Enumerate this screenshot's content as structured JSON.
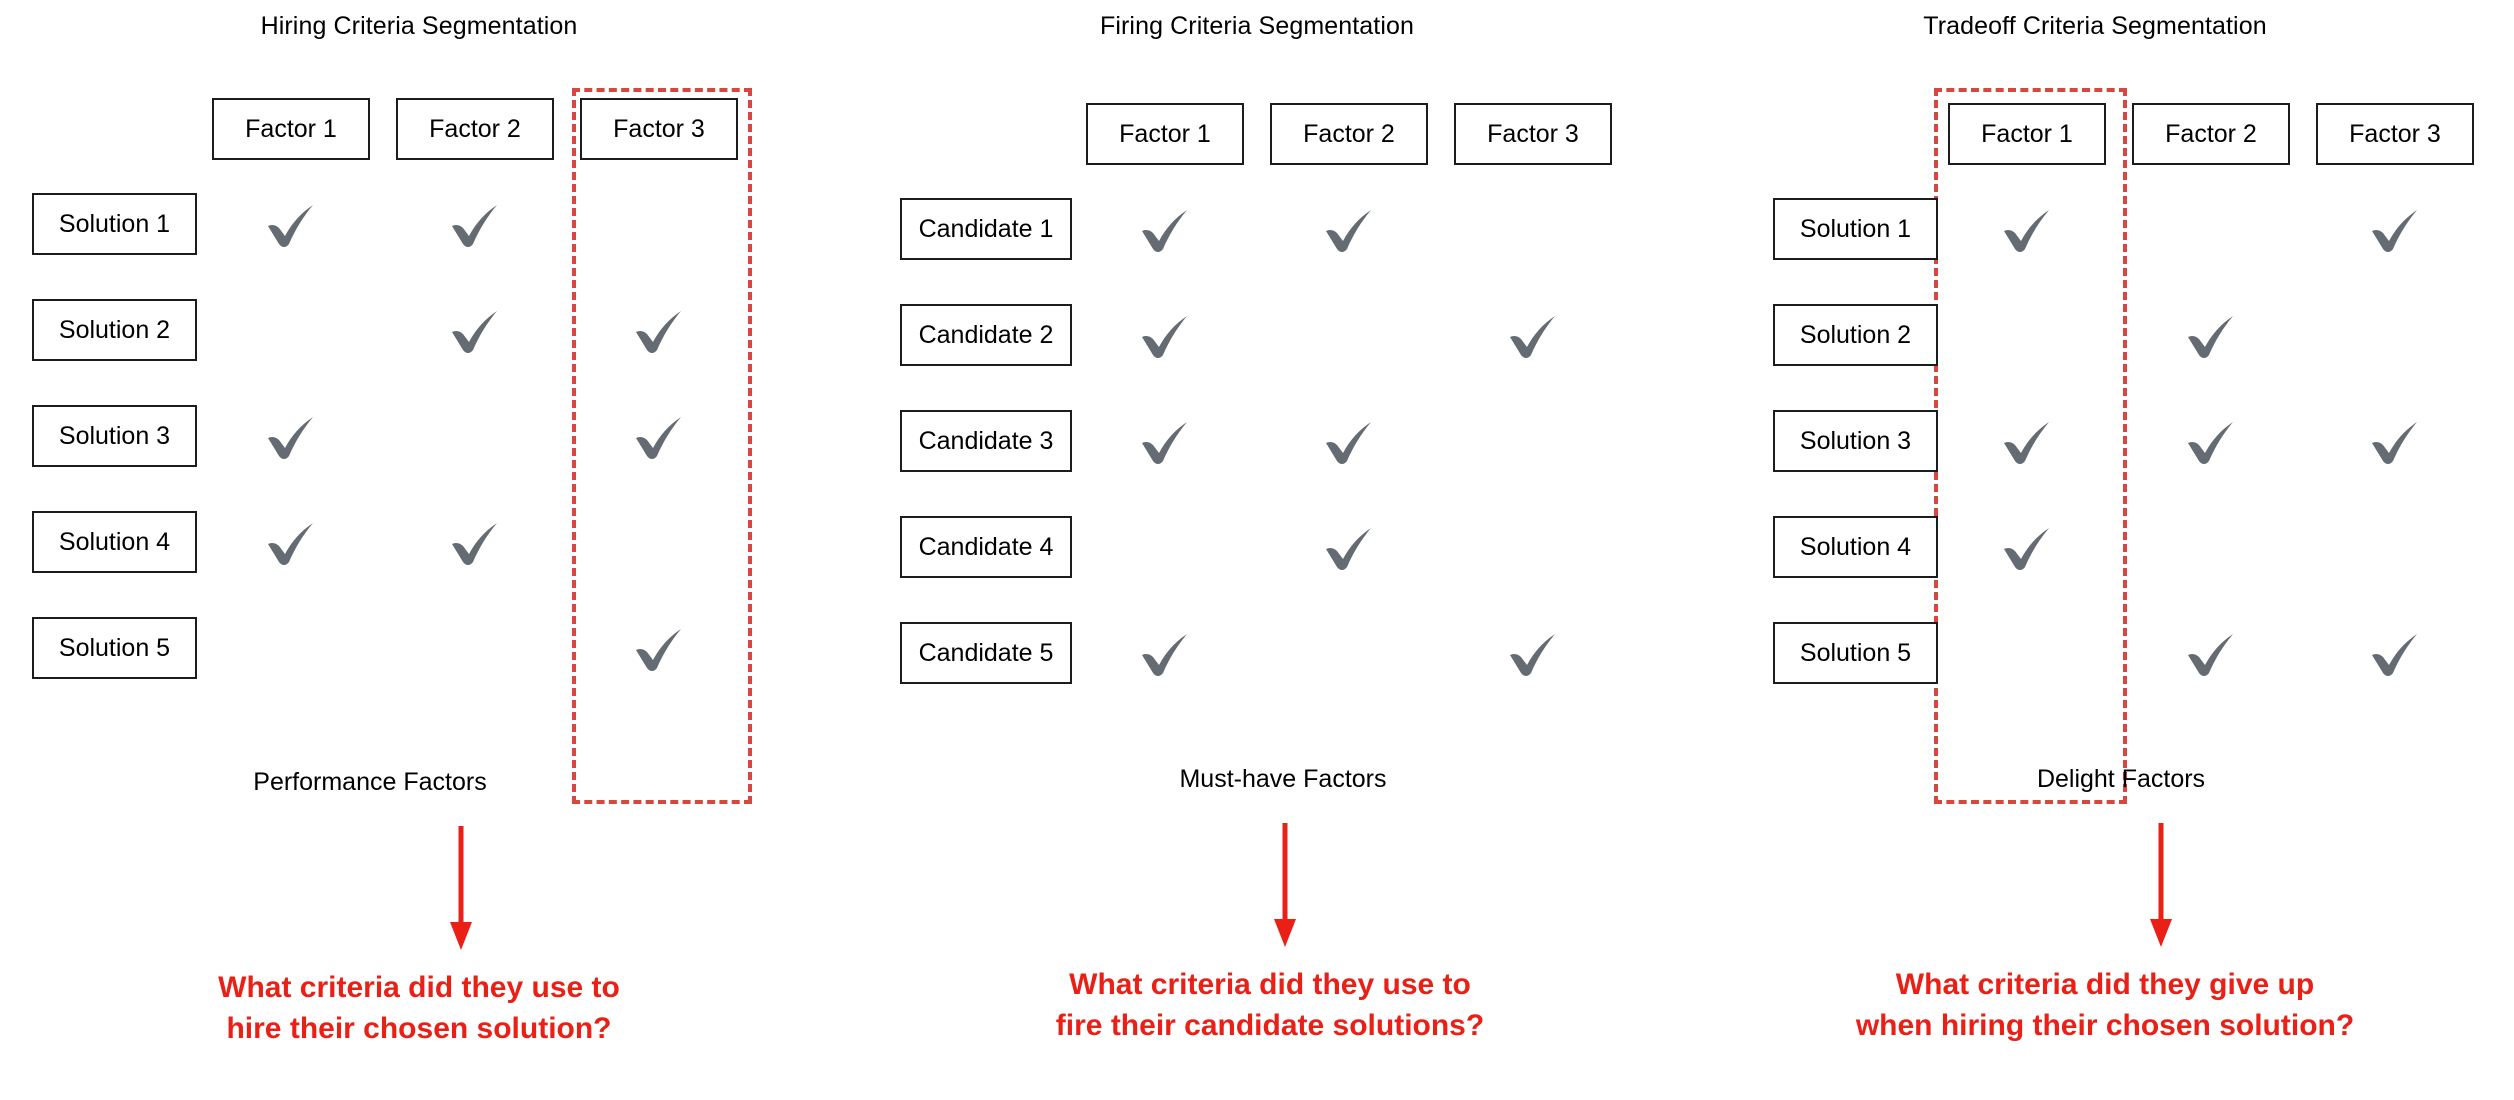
{
  "colors": {
    "accent_red": "#ea2016",
    "dashed_red": "#d8473f",
    "check_gray": "#646b72",
    "box_border": "#1c1c1c",
    "text": "#000000",
    "background": "#ffffff"
  },
  "panels": [
    {
      "title": "Hiring Criteria Segmentation",
      "columns": [
        "Factor 1",
        "Factor 2",
        "Factor 3"
      ],
      "rows": [
        "Solution 1",
        "Solution 2",
        "Solution 3",
        "Solution 4",
        "Solution 5"
      ],
      "matrix": [
        [
          true,
          true,
          false
        ],
        [
          false,
          true,
          true
        ],
        [
          true,
          false,
          true
        ],
        [
          true,
          true,
          false
        ],
        [
          false,
          false,
          true
        ]
      ],
      "group_caption": "Performance Factors",
      "highlight_column": "Factor 3",
      "question": "What criteria did they use to\nhire their chosen solution?"
    },
    {
      "title": "Firing Criteria Segmentation",
      "columns": [
        "Factor 1",
        "Factor 2",
        "Factor 3"
      ],
      "rows": [
        "Candidate 1",
        "Candidate 2",
        "Candidate 3",
        "Candidate 4",
        "Candidate 5"
      ],
      "matrix": [
        [
          true,
          true,
          false
        ],
        [
          true,
          false,
          true
        ],
        [
          true,
          true,
          false
        ],
        [
          false,
          true,
          false
        ],
        [
          true,
          false,
          true
        ]
      ],
      "group_caption": "Must-have Factors",
      "highlight_column": null,
      "question": "What criteria did they use to\nfire their candidate solutions?"
    },
    {
      "title": "Tradeoff Criteria Segmentation",
      "columns": [
        "Factor 1",
        "Factor 2",
        "Factor 3"
      ],
      "rows": [
        "Solution 1",
        "Solution 2",
        "Solution 3",
        "Solution 4",
        "Solution 5"
      ],
      "matrix": [
        [
          true,
          false,
          true
        ],
        [
          false,
          true,
          false
        ],
        [
          true,
          true,
          true
        ],
        [
          true,
          false,
          false
        ],
        [
          false,
          true,
          true
        ]
      ],
      "group_caption": "Delight Factors",
      "highlight_column": "Factor 1",
      "question": "What criteria did they give up\nwhen hiring their chosen solution?"
    }
  ],
  "icons": {
    "check": "check-icon",
    "arrow": "arrow-down-icon"
  }
}
